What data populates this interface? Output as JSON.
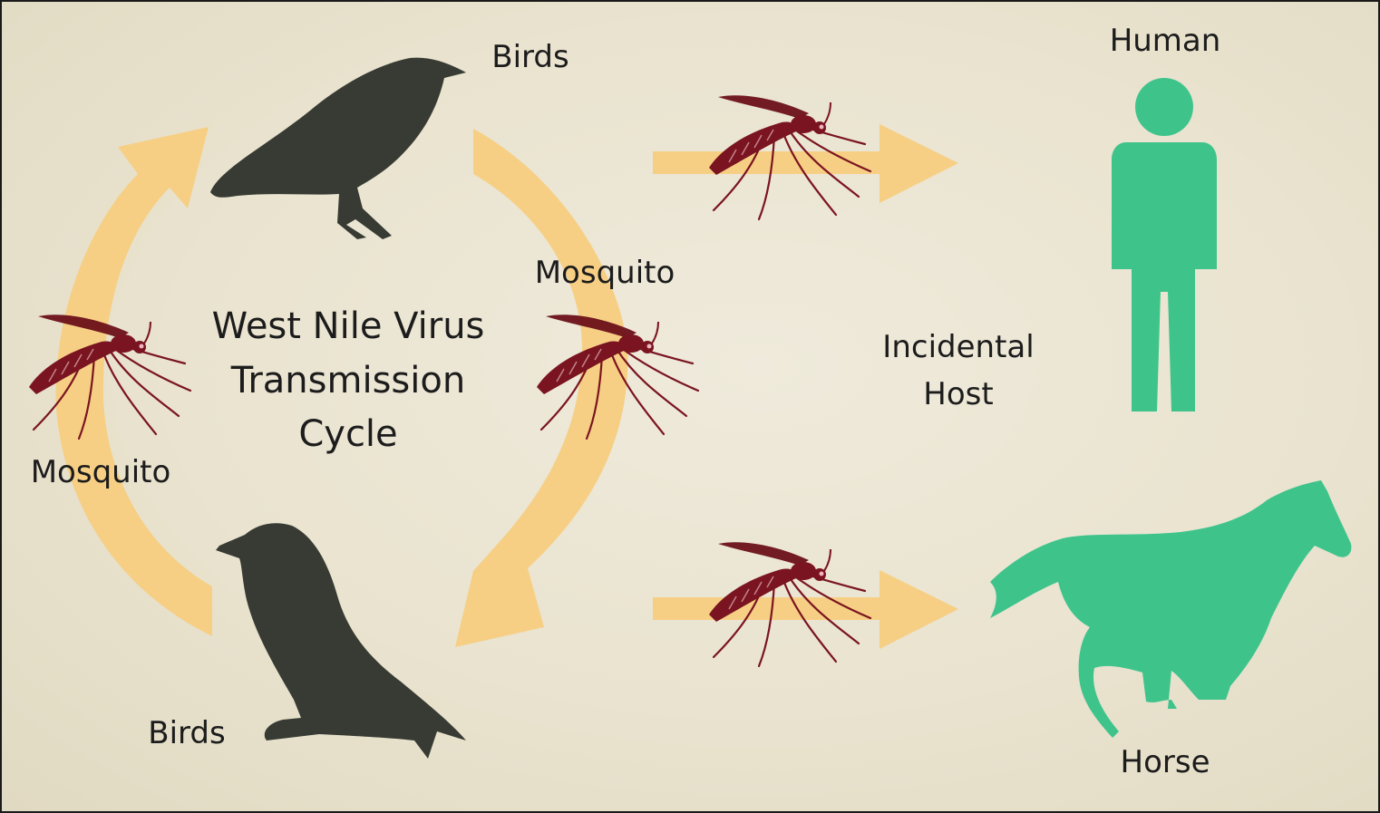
{
  "diagram": {
    "title_lines": [
      "West Nile Virus",
      "Transmission",
      "Cycle"
    ],
    "labels": {
      "birds_top": "Birds",
      "birds_bottom": "Birds",
      "mosquito_right": "Mosquito",
      "mosquito_left": "Mosquito",
      "human": "Human",
      "horse": "Horse",
      "incidental_line1": "Incidental",
      "incidental_line2": "Host"
    },
    "colors": {
      "background": "#ebe5d1",
      "cycle_arrow": "#f6cf84",
      "bird": "#373b33",
      "mosquito_body": "#7a1420",
      "host": "#3ec48b",
      "text": "#1c1c1c"
    },
    "icons": [
      "bird-icon",
      "mosquito-icon",
      "human-icon",
      "horse-icon",
      "arrow-icon"
    ]
  }
}
